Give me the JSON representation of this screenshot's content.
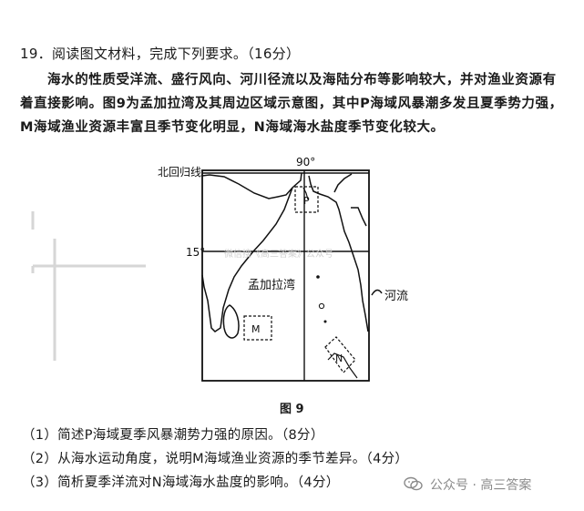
{
  "question": {
    "title": "19．阅读图文材料，完成下列要求。（16分）",
    "intro": "海水的性质受洋流、盛行风向、河川径流以及海陆分布等影响较大，并对渔业资源有着直接影响。图9为孟加拉湾及其周边区域示意图，其中P海域风暴潮多发且夏季势力强，M海域渔业资源丰富且季节变化明显，N海域海水盐度季节变化较大。"
  },
  "map": {
    "tropic_label": "北回归线",
    "lon_label": "90°",
    "lat_label": "15°",
    "bay_label": "孟加拉湾",
    "river_label": "河流",
    "p_label": "P",
    "m_label": "M",
    "n_label": "N",
    "faint_watermark": "微信搜《高三答案》公众号",
    "caption": "图 9"
  },
  "tasks": [
    "（1）简述P海域夏季风暴潮势力强的原因。（8分）",
    "（2）从海水运动角度，说明M海域渔业资源的季节差异。（4分）",
    "（3）简析夏季洋流对N海域海水盐度的影响。（4分）"
  ],
  "footer": {
    "wechat_label": "公众号 · 高三答案"
  }
}
